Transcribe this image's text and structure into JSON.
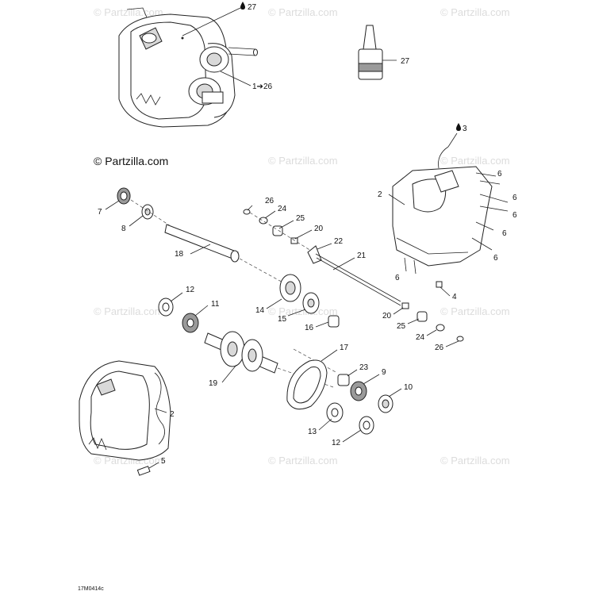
{
  "watermark_text": "© Partzilla.com",
  "copyright_text": "© Partzilla.com",
  "diagram_code": "17M0414c",
  "callouts": [
    {
      "id": "c27-top",
      "text": "27",
      "oil_icon": true
    },
    {
      "id": "c27-bottle",
      "text": "27"
    },
    {
      "id": "c1-26",
      "text": "1➔26"
    },
    {
      "id": "c3",
      "text": "3",
      "oil_icon": true
    },
    {
      "id": "c2-right",
      "text": "2"
    },
    {
      "id": "c6-a",
      "text": "6"
    },
    {
      "id": "c6-b",
      "text": "6"
    },
    {
      "id": "c6-c",
      "text": "6"
    },
    {
      "id": "c6-d",
      "text": "6"
    },
    {
      "id": "c6-e",
      "text": "6"
    },
    {
      "id": "c6-f",
      "text": "6"
    },
    {
      "id": "c4",
      "text": "4"
    },
    {
      "id": "c7",
      "text": "7"
    },
    {
      "id": "c8",
      "text": "8"
    },
    {
      "id": "c18",
      "text": "18"
    },
    {
      "id": "c26-top",
      "text": "26"
    },
    {
      "id": "c24-top",
      "text": "24"
    },
    {
      "id": "c25-top",
      "text": "25"
    },
    {
      "id": "c20-top",
      "text": "20"
    },
    {
      "id": "c22",
      "text": "22"
    },
    {
      "id": "c21",
      "text": "21"
    },
    {
      "id": "c14",
      "text": "14"
    },
    {
      "id": "c15",
      "text": "15"
    },
    {
      "id": "c16",
      "text": "16"
    },
    {
      "id": "c20-bottom",
      "text": "20"
    },
    {
      "id": "c25-bottom",
      "text": "25"
    },
    {
      "id": "c24-bottom",
      "text": "24"
    },
    {
      "id": "c26-bottom",
      "text": "26"
    },
    {
      "id": "c12-top",
      "text": "12"
    },
    {
      "id": "c11",
      "text": "11"
    },
    {
      "id": "c19",
      "text": "19"
    },
    {
      "id": "c17",
      "text": "17"
    },
    {
      "id": "c23",
      "text": "23"
    },
    {
      "id": "c9",
      "text": "9"
    },
    {
      "id": "c10",
      "text": "10"
    },
    {
      "id": "c13",
      "text": "13"
    },
    {
      "id": "c12-bottom",
      "text": "12"
    },
    {
      "id": "c2-left",
      "text": "2"
    },
    {
      "id": "c5",
      "text": "5"
    }
  ]
}
